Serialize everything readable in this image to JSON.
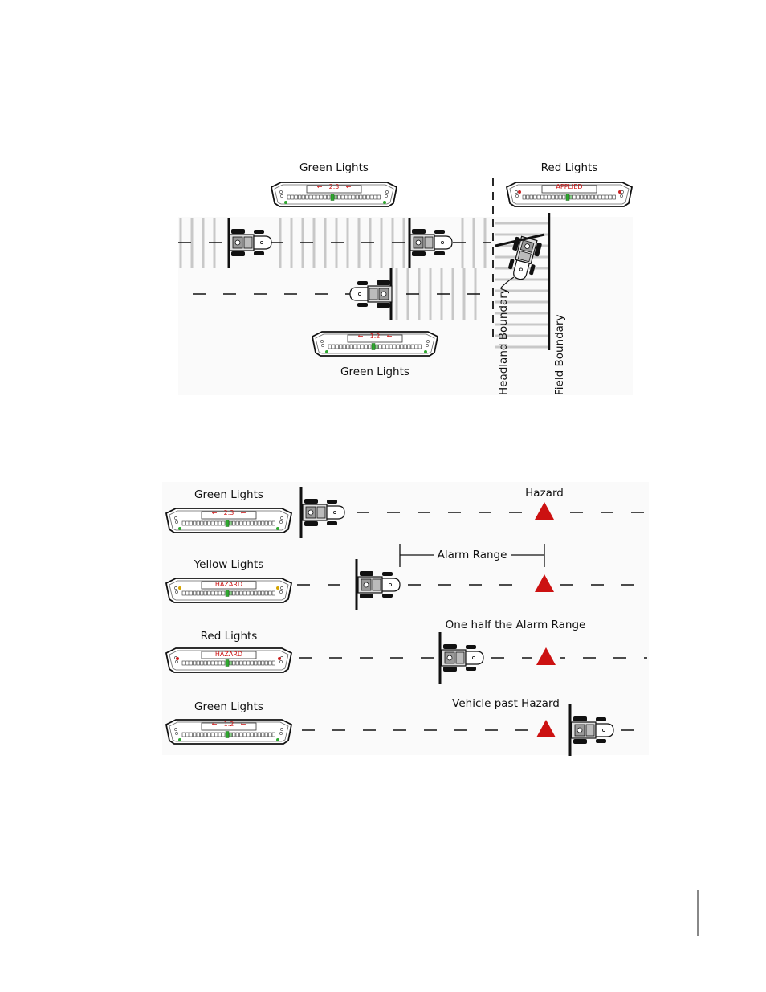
{
  "colors": {
    "green_led": "#2ea82e",
    "red_led": "#cc2222",
    "yellow_led": "#d4a400",
    "hazard": "#cc1111",
    "text_red": "#cc1111",
    "pass_lines": "#c8c8c8"
  },
  "icons": {
    "lightbar": "lightbar-icon",
    "vehicle": "sprayer-vehicle-icon",
    "hazard": "hazard-triangle-icon"
  },
  "top_diagram": {
    "labels": {
      "green_top": "Green Lights",
      "red_top": "Red Lights",
      "green_bottom": "Green Lights",
      "headland": "Headland Boundary",
      "field": "Field Boundary"
    },
    "lightbars": {
      "green_top": {
        "text": "2.3",
        "arrows": true,
        "led": "green"
      },
      "red_top": {
        "text": "APPLIED",
        "arrows": false,
        "led": "red"
      },
      "green_bottom": {
        "text": "1.2",
        "arrows": true,
        "led": "green"
      }
    }
  },
  "bottom_diagram": {
    "labels": {
      "hazard": "Hazard",
      "alarm_range": "Alarm Range",
      "half_range": "One half the Alarm Range",
      "past_hazard": "Vehicle past Hazard"
    },
    "rows": [
      {
        "label": "Green Lights",
        "bar_text": "2.3",
        "arrows": true,
        "led": "green"
      },
      {
        "label": "Yellow Lights",
        "bar_text": "HAZARD",
        "arrows": false,
        "led": "yellow"
      },
      {
        "label": "Red Lights",
        "bar_text": "HAZARD",
        "arrows": false,
        "led": "red"
      },
      {
        "label": "Green Lights",
        "bar_text": "1.2",
        "arrows": true,
        "led": "green"
      }
    ]
  }
}
